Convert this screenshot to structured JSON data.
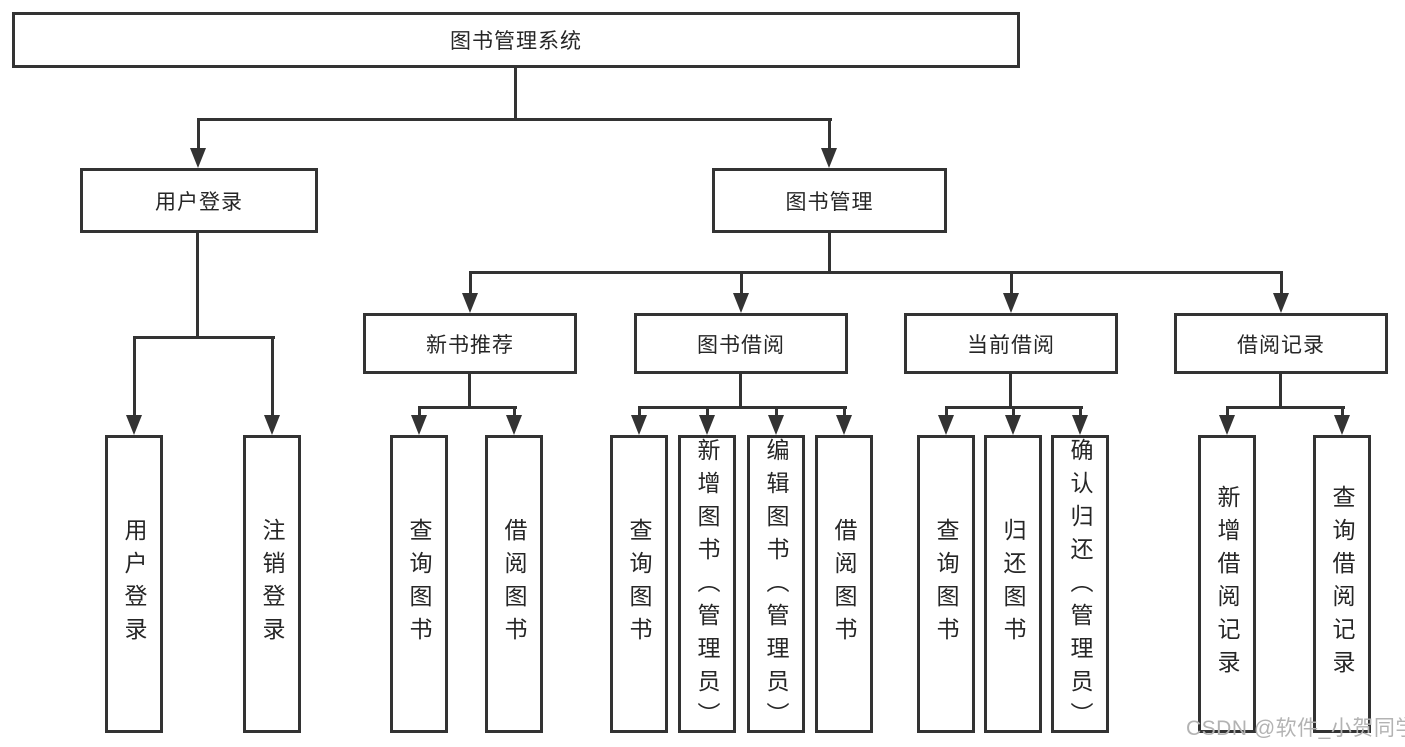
{
  "diagram_title": "图书管理系统",
  "tree": {
    "root": {
      "label": "图书管理系统",
      "children": [
        {
          "label": "用户登录",
          "children": [
            {
              "label": "用户登录"
            },
            {
              "label": "注销登录"
            }
          ]
        },
        {
          "label": "图书管理",
          "children": [
            {
              "label": "新书推荐",
              "children": [
                {
                  "label": "查询图书"
                },
                {
                  "label": "借阅图书"
                }
              ]
            },
            {
              "label": "图书借阅",
              "children": [
                {
                  "label": "查询图书"
                },
                {
                  "label": "新增图书（管理员）"
                },
                {
                  "label": "编辑图书（管理员）"
                },
                {
                  "label": "借阅图书"
                }
              ]
            },
            {
              "label": "当前借阅",
              "children": [
                {
                  "label": "查询图书"
                },
                {
                  "label": "归还图书"
                },
                {
                  "label": "确认归还（管理员）"
                }
              ]
            },
            {
              "label": "借阅记录",
              "children": [
                {
                  "label": "新增借阅记录"
                },
                {
                  "label": "查询借阅记录"
                }
              ]
            }
          ]
        }
      ]
    }
  },
  "watermark": {
    "text": "CSDN @软件_小贺同学"
  },
  "colors": {
    "line": "#333333",
    "box_border": "#333333",
    "text": "#262626",
    "watermark": "#b3b3b3",
    "background": "#ffffff"
  }
}
